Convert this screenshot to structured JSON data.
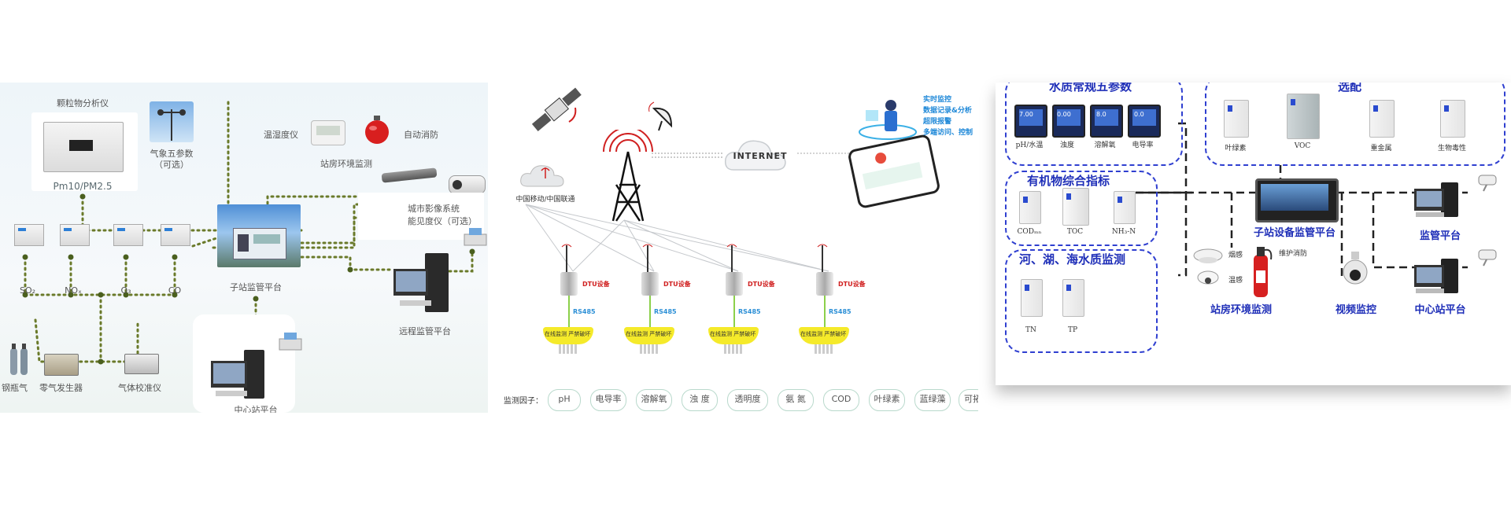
{
  "panel1": {
    "particle_analyzer": "颗粒物分析仪",
    "pm": "Pm10/PM2.5",
    "weather": "气象五参数",
    "weather_opt": "（可选）",
    "temp_humidity": "温湿度仪",
    "fire": "自动消防",
    "station_env": "站房环境监测",
    "city_video": "城市影像系统",
    "visibility": "能见度仪（可选）",
    "sub_station": "子站监管平台",
    "remote": "远程监管平台",
    "gases": [
      "SO₂",
      "NOₓ",
      "O₃",
      "CO"
    ],
    "cylinder": "钢瓶气",
    "zero_gas": "零气发生器",
    "calibrator": "气体校准仪",
    "center": "中心站平台"
  },
  "panel2": {
    "carrier": "中国移动/中国联通",
    "internet": "INTERNET",
    "features": [
      "实时监控",
      "数据记录&分析",
      "超限报警",
      "多端访问、控制"
    ],
    "dtu": "DTU设备",
    "rs485": "RS485",
    "sensor_band": "在线监测 严禁破坏",
    "factors_label": "监测因子：",
    "factors": [
      "pH",
      "电导率",
      "溶解氧",
      "浊 度",
      "透明度",
      "氨 氮",
      "COD",
      "叶绿素",
      "蓝绿藻",
      "可拓"
    ]
  },
  "panel3": {
    "group1": {
      "title": "水质常规五参数",
      "items": [
        "pH/水温",
        "浊度",
        "溶解氧",
        "电导率"
      ],
      "readings": [
        "7.00",
        "0.00",
        "8.0",
        "0.0"
      ]
    },
    "group2": {
      "title": "选配",
      "items": [
        "叶绿素",
        "VOC",
        "重金属",
        "生物毒性"
      ]
    },
    "group3": {
      "title": "有机物综合指标",
      "items": [
        "CODₘₙ",
        "TOC",
        "NH₃-N"
      ]
    },
    "group4": {
      "title": "河、湖、海水质监测",
      "items": [
        "TN",
        "TP"
      ]
    },
    "sub_platform": "子站设备监管平台",
    "supervision": "监管平台",
    "center": "中心站平台",
    "smoke": "烟感",
    "temp": "温感",
    "extinguisher": "维护消防",
    "station_env": "站房环境监测",
    "video": "视频监控"
  }
}
